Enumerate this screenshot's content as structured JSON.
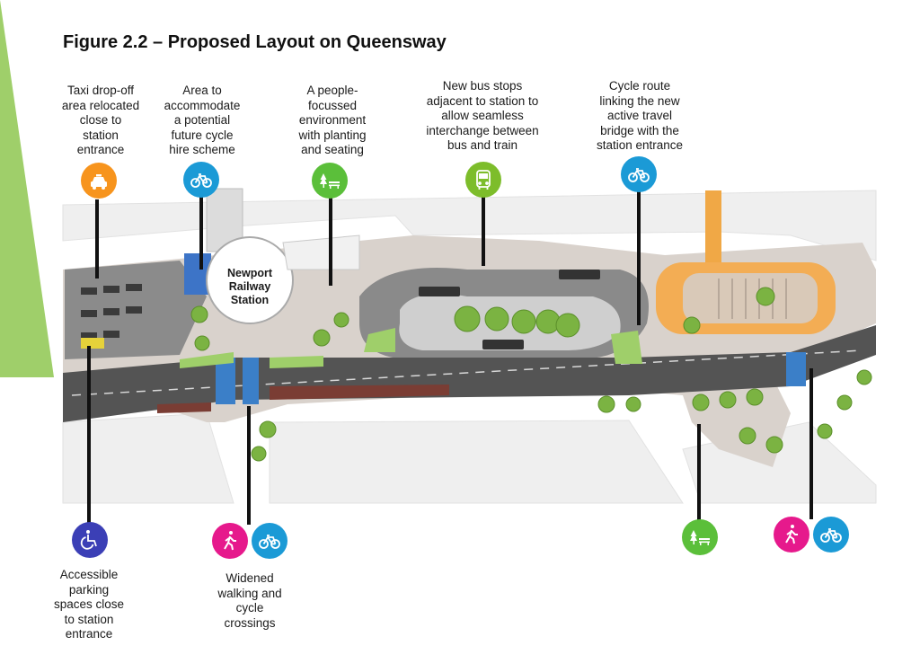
{
  "figure": {
    "title": "Figure 2.2 – Proposed Layout on Queensway"
  },
  "station": {
    "lines": [
      "Newport",
      "Railway",
      "Station"
    ]
  },
  "callouts": {
    "taxi": {
      "lines": [
        "Taxi drop-off",
        "area relocated",
        "close to",
        "station",
        "entrance"
      ],
      "icon": "taxi-icon",
      "color": "#f7941d"
    },
    "cycle_hire": {
      "lines": [
        "Area to",
        "accommodate",
        "a potential",
        "future cycle",
        "hire scheme"
      ],
      "icon": "bicycle-icon",
      "color": "#1b9ad6"
    },
    "people": {
      "lines": [
        "A people-",
        "focussed",
        "environment",
        "with planting",
        "and seating"
      ],
      "icon": "tree-bench-icon",
      "color": "#5bbf3a"
    },
    "bus": {
      "lines": [
        "New bus stops",
        "adjacent to station to",
        "allow seamless",
        "interchange between",
        "bus and train"
      ],
      "icon": "bus-icon",
      "color": "#7dbd2b"
    },
    "cycle_route": {
      "lines": [
        "Cycle route",
        "linking the new",
        "active travel",
        "bridge with the",
        "station entrance"
      ],
      "icon": "bicycle-icon",
      "color": "#1b9ad6"
    },
    "accessible": {
      "lines": [
        "Accessible",
        "parking",
        "spaces close",
        "to station",
        "entrance"
      ],
      "icon": "wheelchair-icon",
      "color": "#3b3fb6"
    },
    "crossings": {
      "lines": [
        "Widened",
        "walking and",
        "cycle",
        "crossings"
      ],
      "icons": [
        "pedestrian-icon",
        "bicycle-icon"
      ],
      "colors": [
        "#e6198c",
        "#1b9ad6"
      ]
    },
    "green_bottom": {
      "icon": "tree-bench-icon",
      "color": "#5bbf3a"
    },
    "walk_cycle_bottom": {
      "icons": [
        "pedestrian-icon",
        "bicycle-icon"
      ],
      "colors": [
        "#e6198c",
        "#1b9ad6"
      ]
    }
  }
}
